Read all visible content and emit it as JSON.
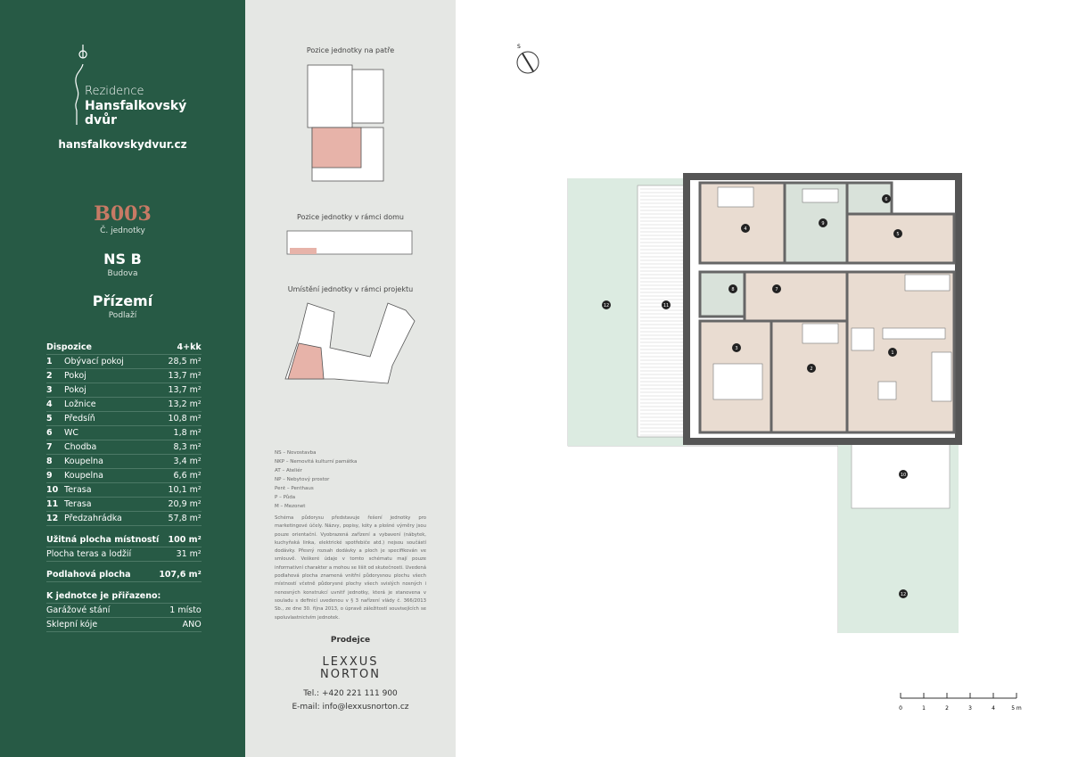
{
  "brand": {
    "line1": "Rezidence",
    "line2": "Hansfalkovský",
    "line3": "dvůr",
    "url": "hansfalkovskydvur.cz"
  },
  "unit": {
    "number": "B003",
    "number_label": "Č. jednotky",
    "building": "NS B",
    "building_label": "Budova",
    "floor": "Přízemí",
    "floor_label": "Podlaží"
  },
  "layout": {
    "label": "Dispozice",
    "value": "4+kk"
  },
  "rooms": [
    {
      "n": "1",
      "name": "Obývací pokoj",
      "area": "28,5 m²"
    },
    {
      "n": "2",
      "name": "Pokoj",
      "area": "13,7 m²"
    },
    {
      "n": "3",
      "name": "Pokoj",
      "area": "13,7 m²"
    },
    {
      "n": "4",
      "name": "Ložnice",
      "area": "13,2 m²"
    },
    {
      "n": "5",
      "name": "Předsíň",
      "area": "10,8 m²"
    },
    {
      "n": "6",
      "name": "WC",
      "area": "1,8 m²"
    },
    {
      "n": "7",
      "name": "Chodba",
      "area": "8,3 m²"
    },
    {
      "n": "8",
      "name": "Koupelna",
      "area": "3,4 m²"
    },
    {
      "n": "9",
      "name": "Koupelna",
      "area": "6,6 m²"
    },
    {
      "n": "10",
      "name": "Terasa",
      "area": "10,1 m²"
    },
    {
      "n": "11",
      "name": "Terasa",
      "area": "20,9 m²"
    },
    {
      "n": "12",
      "name": "Předzahrádka",
      "area": "57,8 m²"
    }
  ],
  "totals": {
    "useful_label": "Užitná plocha místností",
    "useful": "100 m²",
    "terrace_label": "Plocha teras a lodžií",
    "terrace": "31 m²",
    "floor_label": "Podlahová plocha",
    "floor": "107,6 m²"
  },
  "assigned": {
    "title": "K jednotce je přiřazeno:",
    "parking_label": "Garážové stání",
    "parking": "1 místo",
    "cellar_label": "Sklepní kóje",
    "cellar": "ANO"
  },
  "mid": {
    "pos_floor": "Pozice jednotky na patře",
    "pos_house": "Pozice jednotky v rámci domu",
    "pos_project": "Umístění jednotky v rámci projektu",
    "legend": [
      "NS – Novostavba",
      "NKP – Nemovitá kulturní památka",
      "AT – Ateliér",
      "NP – Nebytový prostor",
      "Pent – Penthaus",
      "P – Půda",
      "M – Mezonet"
    ],
    "disclaimer": "Schéma půdorysu představuje řešení jednotky pro marketingové účely. Názvy, popisy, kóty a plošné výměry jsou pouze orientační. Vyobrazená zařízení a vybavení (nábytek, kuchyňská linka, elektrické spotřebiče atd.) nejsou součástí dodávky. Přesný rozsah dodávky a ploch je specifikován ve smlouvě. Veškeré údaje v tomto schématu mají pouze informativní charakter a mohou se lišit od skutečnosti. Uvedená podlahová plocha znamená vnitřní půdorysnou plochu všech místností včetně půdorysné plochy všech svislých nosných i nenosných konstrukcí uvnitř jednotky, která je stanovena v souladu s definicí uvedenou v § 3 nařízení vlády č. 366/2013 Sb., ze dne 30. října 2013, o úpravě záležitostí souvisejících se spoluvlastnictvím jednotek.",
    "seller_label": "Prodejce",
    "seller_l1": "LEXXUS",
    "seller_l2": "NORTON",
    "tel": "Tel.: +420 221 111 900",
    "email": "E-mail: info@lexxusnorton.cz"
  },
  "plan": {
    "compass": "S",
    "scale": [
      "0",
      "1",
      "2",
      "3",
      "4",
      "5 m"
    ]
  },
  "colors": {
    "green": "#275a45",
    "accent": "#c77a65",
    "room": "#e9dcd1",
    "bath": "#d9e2da",
    "garden": "#dcebe1"
  }
}
